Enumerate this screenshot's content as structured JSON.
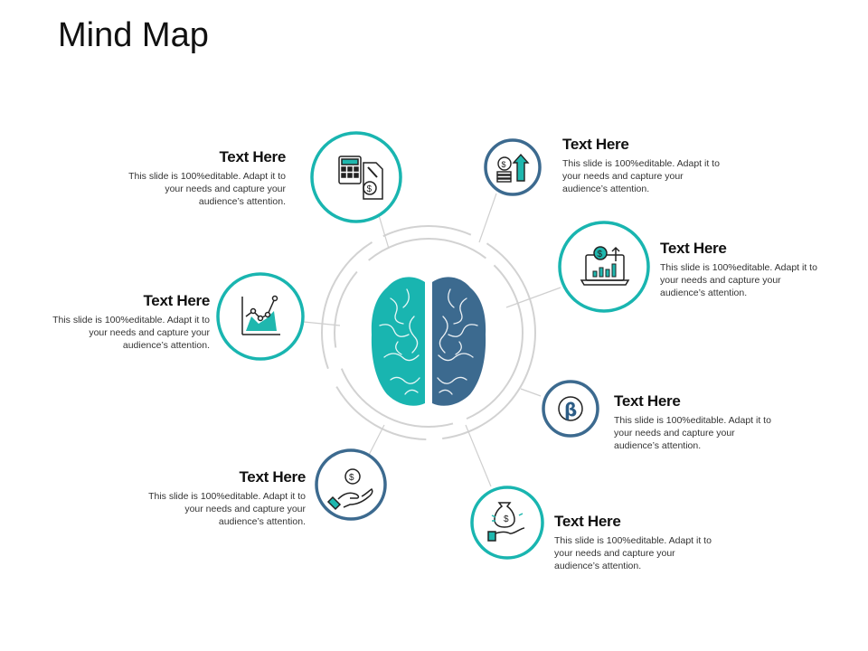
{
  "title": "Mind Map",
  "colors": {
    "teal": "#19B5B0",
    "navy": "#3C6A8F",
    "icon_fill": "#1FB7AE",
    "icon_dark": "#2D5D86",
    "line": "#CFCFCF"
  },
  "nodes": [
    {
      "heading": "Text Here",
      "desc": "This slide is 100%editable. Adapt it to your needs and capture your audience’s attention.",
      "icon": "calculator-invoice-icon"
    },
    {
      "heading": "Text Here",
      "desc": "This slide is 100%editable. Adapt it to your needs and capture your audience’s attention.",
      "icon": "coins-growth-icon"
    },
    {
      "heading": "Text Here",
      "desc": "This slide is 100%editable. Adapt it to your needs and capture your audience’s attention.",
      "icon": "line-chart-icon"
    },
    {
      "heading": "Text Here",
      "desc": "This slide is 100%editable. Adapt it to your needs and capture your audience’s attention.",
      "icon": "laptop-analytics-icon"
    },
    {
      "heading": "Text Here",
      "desc": "This slide is 100%editable. Adapt it to your needs and capture your audience’s attention.",
      "icon": "beta-icon"
    },
    {
      "heading": "Text Here",
      "desc": "This slide is 100%editable. Adapt it to your needs and capture your audience’s attention.",
      "icon": "hand-coin-icon"
    },
    {
      "heading": "Text Here",
      "desc": "This slide is 100%editable. Adapt it to your needs and capture your audience’s attention.",
      "icon": "money-bag-hand-icon"
    }
  ]
}
